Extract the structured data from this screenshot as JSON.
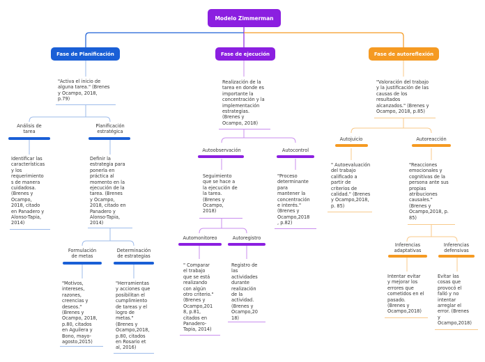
{
  "colors": {
    "blue": "#1a5fd6",
    "purple": "#8b1fe0",
    "orange": "#f59a22",
    "root": "#8b1fe0"
  },
  "root": {
    "label": "Modelo Zimmerman"
  },
  "planificacion": {
    "label": "Fase de Planificación",
    "quote": "\"Activa el inicio de\nalguna tarea.\" (Brenes\ny Ocampo, 2018,\np.79)",
    "analisis": {
      "label": "Análisis de\ntarea",
      "text": "Identificar las\ncaracterísticas\ny los\nrequerimiento\ns de manera\ncuidadosa.\n(Brenes y\nOcampo,\n2018, citado\nen Panadero y\nAlonso-Tapia,\n2014)"
    },
    "estrategica": {
      "label": "Planificación\nestratégica",
      "text": "Definir la\nestrategia para\nponerla en\npráctica al\nmomento en la\nejecución de la\ntarea. (Brenes\ny Ocampo,\n2018, citado en\nPanadero y\nAlonso-Tapia,\n2014)",
      "metas": {
        "label": "Formulación\nde metas",
        "text": "\"Motivos,\nintereses,\nrazones,\ncreencias y\ndeseos.\"\n(Brenes y\nOcampo, 2018,\np.80, citados\nen Aguilera y\nBono, mayo-\nagosto,2015)"
      },
      "estrategias": {
        "label": "Determinación\nde estrategias",
        "text": "\"Herramientas\ny acciones que\nposibilitan el\ncumplimiento\nde tareas y el\nlogro de\nmetas.\"\n(Brenes y\nOcampo,2018,\np.80, citados\nen Rosario et\nal, 2016)"
      }
    }
  },
  "ejecucion": {
    "label": "Fase de ejecución",
    "text": "Realización de la\ntarea en donde es\nimportante la\nconcentración y la\nimplementación\nestrategias.\n(Brenes y\nOcampo, 2018)",
    "autoobservacion": {
      "label": "Autoobservación",
      "text": "Seguimiento\nque se hace a\nla ejecución de\nla tarea.\n(Brenes y\nOcampo,\n2018)",
      "automonitoreo": {
        "label": "Automonitoreo",
        "text": "\" Comparar\nel trabajo\nque se está\nrealizando\ncon algún\notro criterio.\"\n(Brenes y\nOcampo,201\n8, p.81,\ncitados en\nPanadero-\nTapia, 2014)"
      },
      "autoregistro": {
        "label": "Autoregistro",
        "text": "Registro de\nlas\nactividades\ndurante\nrealización\nde la\nactividad.\n(Brenes y\nOcampo,20\n18)"
      }
    },
    "autocontrol": {
      "label": "Autocontrol",
      "text": "\"Proceso\ndeterminante\npara\nmantener la\nconcentración\ne interés.\"\n(Brenes y\nOcampo,2018\n, p.82)"
    }
  },
  "autorreflexion": {
    "label": "Fase de autoreflexión",
    "text": "\"Valoración del trabajo\ny la justificación de las\ncausas de los\nresultados\nalcanzados.\" (Brenes y\nOcampo, 2018, p.85)",
    "autojuicio": {
      "label": "Autojuicio",
      "text": "\" Autoevaluación\ndel trabajo\ncalificado a\npartir de\ncriterios de\ncalidad.\" (Brenes\ny Ocampo,2018,\np. 85)"
    },
    "autoreaccion": {
      "label": "Autoreacción",
      "text": "\"Reacciones\nemocionales y\ncognitivas de la\npersona ante sus\npropias\natribuciones\ncausales.\"\n(Brenes y\nOcampo,2018, p.\n85)",
      "adaptativas": {
        "label": "Inferencias\nadaptativas",
        "text": "Intentar evitar\ny mejorar los\nerrores que\ncometidos en el\npasado.\n(Brenes y\nOcampo,2018)"
      },
      "defensivas": {
        "label": "Inferencias\ndefensivas",
        "text": "Evitar las\ncosas que\nprovocó el\nfalló y no\nintentar\narreglar el\nerror. (Brenes\ny\nOcampo,2018)"
      }
    }
  }
}
